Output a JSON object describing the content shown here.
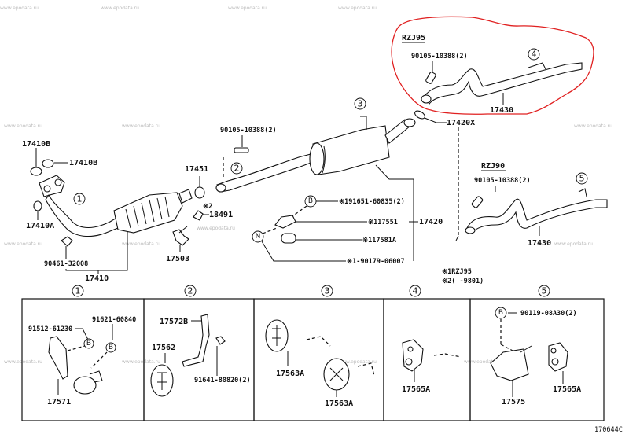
{
  "diagram": {
    "title_code": "170644C",
    "watermark": "www.epodata.ru",
    "highlight_color": "#e02020",
    "callouts": {
      "c1": "1",
      "c2": "2",
      "c3": "3",
      "c4": "4",
      "c5": "5",
      "B": "B",
      "N": "N"
    },
    "upper": {
      "p17410B_a": "17410B",
      "p17410B_b": "17410B",
      "p17410A": "17410A",
      "p90461": "90461-32008",
      "p17410": "17410",
      "p17451": "17451",
      "note2_mark": "※2",
      "p18491": "18491",
      "p17503": "17503",
      "p90105_mid": "90105-10388(2)",
      "p91651": "※191651-60835(2)",
      "p117551": "※117551",
      "p17420": "17420",
      "p117581A": "※117581A",
      "p90179": "※1-90179-06007",
      "rzj95_label": "RZJ95",
      "p90105_rzj95": "90105-10388(2)",
      "p17430_rzj95": "17430",
      "p17420X": "17420X",
      "rzj90_label": "RZJ90",
      "p90105_rzj90": "90105-10388(2)",
      "p17430_rzj90": "17430",
      "note1": "※1RZJ95",
      "note2": "※2(     -9801)"
    },
    "panels": [
      {
        "id": "1",
        "parts": [
          "91512-61230",
          "91621-60840",
          "17571"
        ]
      },
      {
        "id": "2",
        "parts": [
          "17572B",
          "17562",
          "91641-80820(2)"
        ]
      },
      {
        "id": "3",
        "parts": [
          "17563A",
          "17563A"
        ]
      },
      {
        "id": "4",
        "parts": [
          "17565A"
        ]
      },
      {
        "id": "5",
        "parts": [
          "90119-08A30(2)",
          "17575",
          "17565A"
        ]
      }
    ]
  }
}
